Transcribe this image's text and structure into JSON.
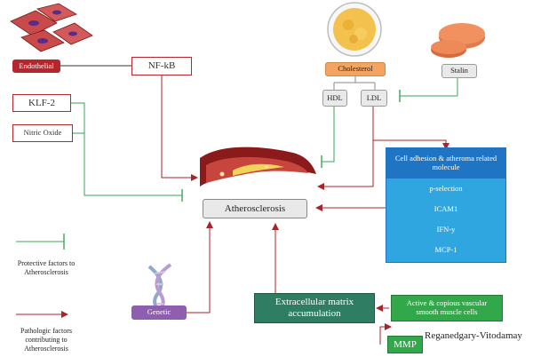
{
  "nodes": {
    "endothelial": "Endothelial",
    "nfkb": "NF-kB",
    "klf2": "KLF-2",
    "nitric_oxide": "Nitric Oxide",
    "cholesterol": "Cholesterol",
    "hdl": "HDL",
    "ldl": "LDL",
    "stalin": "Stalin",
    "atherosclerosis": "Atherosclerosis",
    "genetic": "Genetic",
    "ecm": "Extracellular matrix accumulation",
    "smooth_muscle": "Active & copious vascular smooth muscle cells",
    "mmp": "MMP",
    "author": "Reganedgary-Vitodamay"
  },
  "molecules_panel": {
    "header": "Cell adhesion & atheroma related molecule",
    "items": [
      "p-selection",
      "ICAM1",
      "IFN-y",
      "MCP-1"
    ]
  },
  "legend": {
    "protective": "Protective factors to Atherosclerosis",
    "pathologic": "Pathologic factors contributing to Atherosclerosis"
  },
  "colors": {
    "red_line": "#a8232a",
    "green_line": "#3aa657",
    "endothelial_fill": "#b5272d",
    "cholesterol_fill": "#f4a460",
    "genetic_fill": "#8e5fae",
    "ecm_fill": "#2f7d62",
    "smooth_muscle_fill": "#33a84a",
    "panel_header": "#1f74c4",
    "panel_body": "#2fa6e0"
  }
}
